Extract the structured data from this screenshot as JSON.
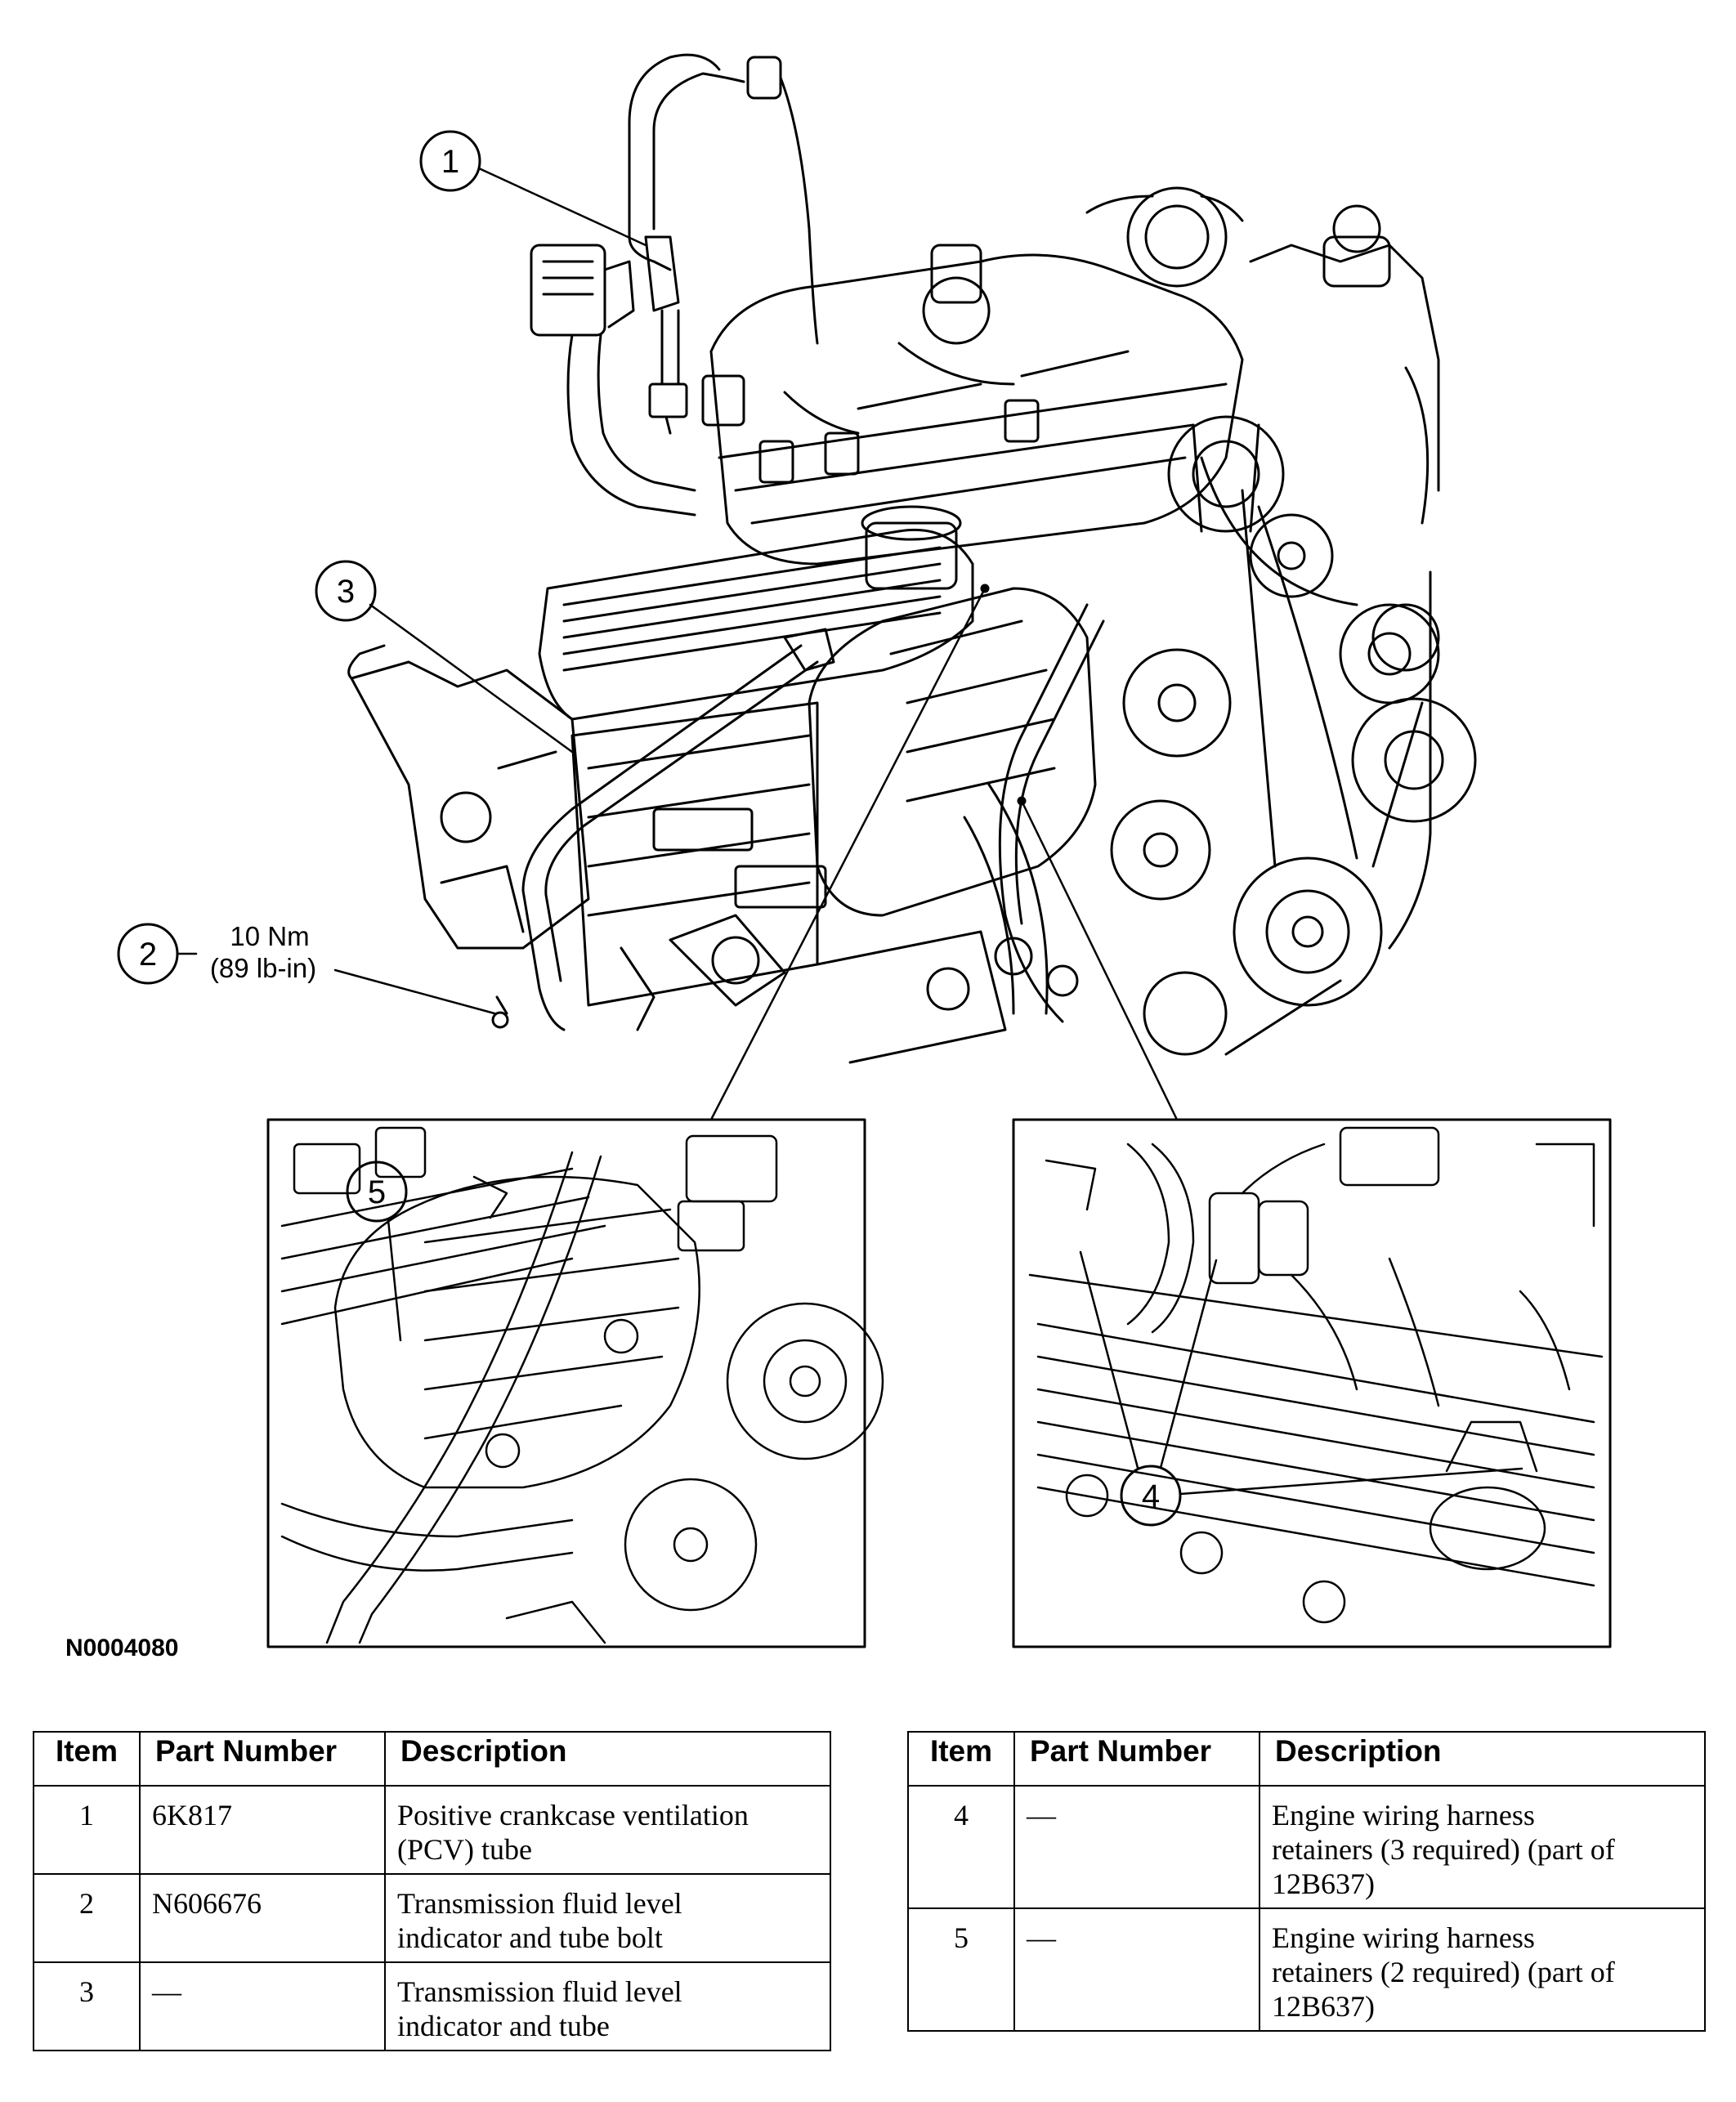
{
  "figure": {
    "id": "N0004080",
    "callouts": [
      "1",
      "2",
      "3",
      "4",
      "5"
    ],
    "torque": {
      "line1": "10 Nm",
      "line2": "(89 lb-in)"
    }
  },
  "tables": [
    {
      "headers": [
        "Item",
        "Part Number",
        "Description"
      ],
      "rows": [
        {
          "item": "1",
          "part": "6K817",
          "desc": [
            "Positive crankcase ventilation",
            "(PCV) tube"
          ]
        },
        {
          "item": "2",
          "part": "N606676",
          "desc": [
            "Transmission fluid level",
            "indicator and tube bolt"
          ]
        },
        {
          "item": "3",
          "part": "—",
          "desc": [
            "Transmission fluid level",
            "indicator and tube"
          ]
        }
      ]
    },
    {
      "headers": [
        "Item",
        "Part Number",
        "Description"
      ],
      "rows": [
        {
          "item": "4",
          "part": "—",
          "desc": [
            "Engine wiring harness",
            "retainers (3 required) (part of",
            "12B637)"
          ]
        },
        {
          "item": "5",
          "part": "—",
          "desc": [
            "Engine wiring harness",
            "retainers (2 required) (part of",
            "12B637)"
          ]
        }
      ]
    }
  ]
}
